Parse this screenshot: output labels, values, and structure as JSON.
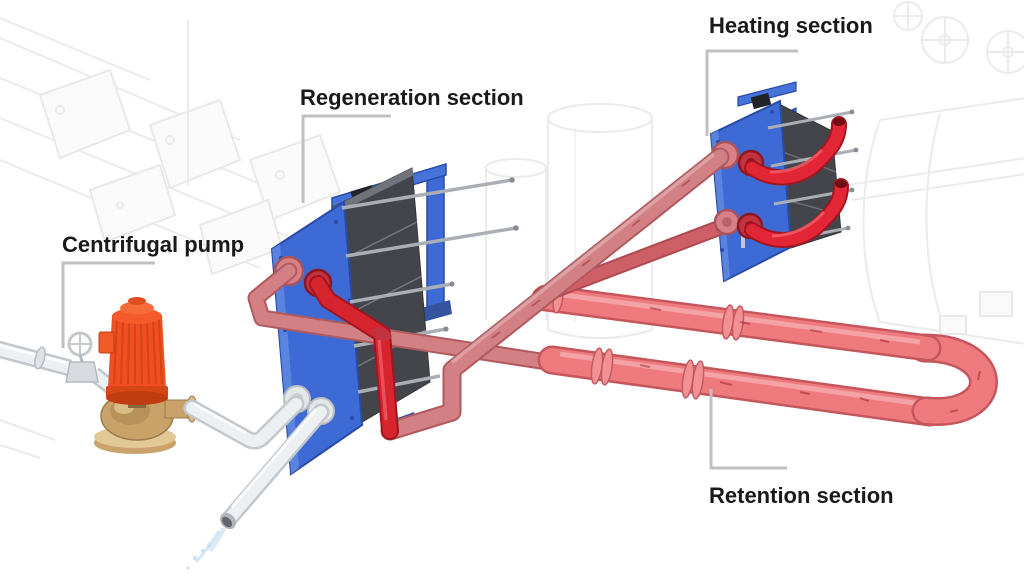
{
  "image_type": "3d-technical-illustration",
  "subject": "HTST pasteurizer process flow illustration",
  "labels": {
    "centrifugal_pump": "Centrifugal pump",
    "regeneration_section": "Regeneration section",
    "heating_section": "Heating section",
    "retention_section": "Retention section"
  },
  "palette": {
    "background": "#ffffff",
    "label_text": "#1a1a1a",
    "leader_line": "#c0c0c0",
    "frame_blue": "#3d6ad4",
    "frame_blue_dark": "#2a4ba6",
    "plate_pack_dark": "#43454b",
    "pipe_bright_red": "#d6252f",
    "pipe_dusty_rose": "#d28084",
    "pipe_salmon": "#ee7a7e",
    "motor_orange": "#f04e23",
    "pump_brass": "#c9a269",
    "steel_pipe_white": "#ebeef1",
    "tie_rod_gray": "#a9afb5",
    "sketch_gray": "#e9e9e9"
  },
  "components": [
    {
      "id": "centrifugal-pump",
      "label_key": "centrifugal_pump"
    },
    {
      "id": "regeneration-section",
      "label_key": "regeneration_section"
    },
    {
      "id": "heating-section",
      "label_key": "heating_section"
    },
    {
      "id": "retention-section",
      "label_key": "retention_section"
    }
  ]
}
